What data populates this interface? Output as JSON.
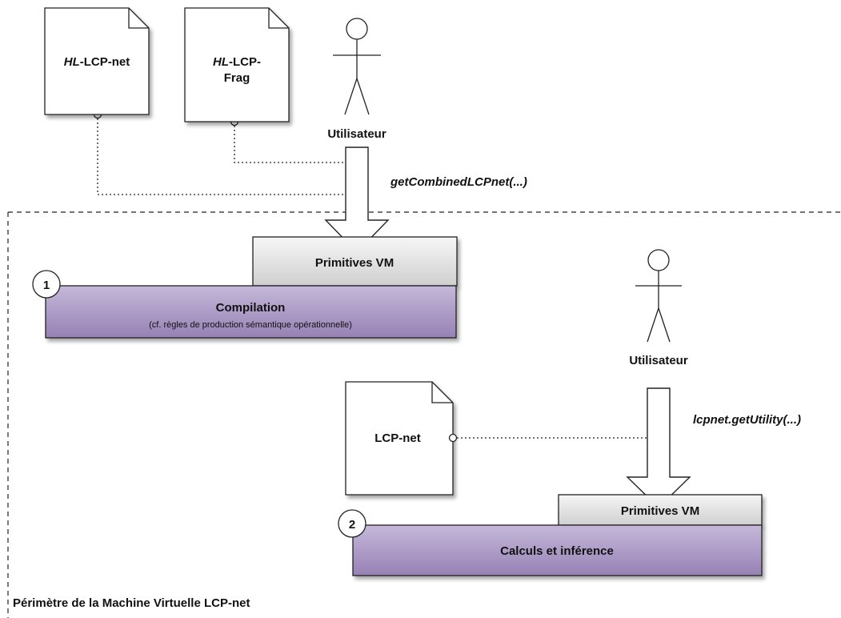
{
  "documents": {
    "hl_lcp_net": {
      "italic": "HL",
      "rest": "-LCP-net"
    },
    "hl_lcp_frag": {
      "italic": "HL",
      "rest_line1": "-LCP-",
      "line2": "Frag"
    },
    "lcp_net": {
      "label": "LCP-net"
    }
  },
  "actors": {
    "user_top": {
      "label": "Utilisateur"
    },
    "user_bottom": {
      "label": "Utilisateur"
    }
  },
  "calls": {
    "combined": "getCombinedLCPnet(...)",
    "utility": "lcpnet.getUtility(...)"
  },
  "blocks": {
    "primitives_top": "Primitives VM",
    "compilation_title": "Compilation",
    "compilation_subtitle": "(cf. règles de production sémantique opérationnelle)",
    "primitives_bottom": "Primitives VM",
    "calculs": "Calculs et inférence"
  },
  "badges": {
    "one": "1",
    "two": "2"
  },
  "perimeter": {
    "label": "Périmètre de la Machine Virtuelle LCP-net"
  },
  "colors": {
    "purple_top": "#c2b4d6",
    "purple_bottom": "#9a84b7",
    "gray_top": "#f4f4f4",
    "gray_bottom": "#d2d2d2"
  }
}
